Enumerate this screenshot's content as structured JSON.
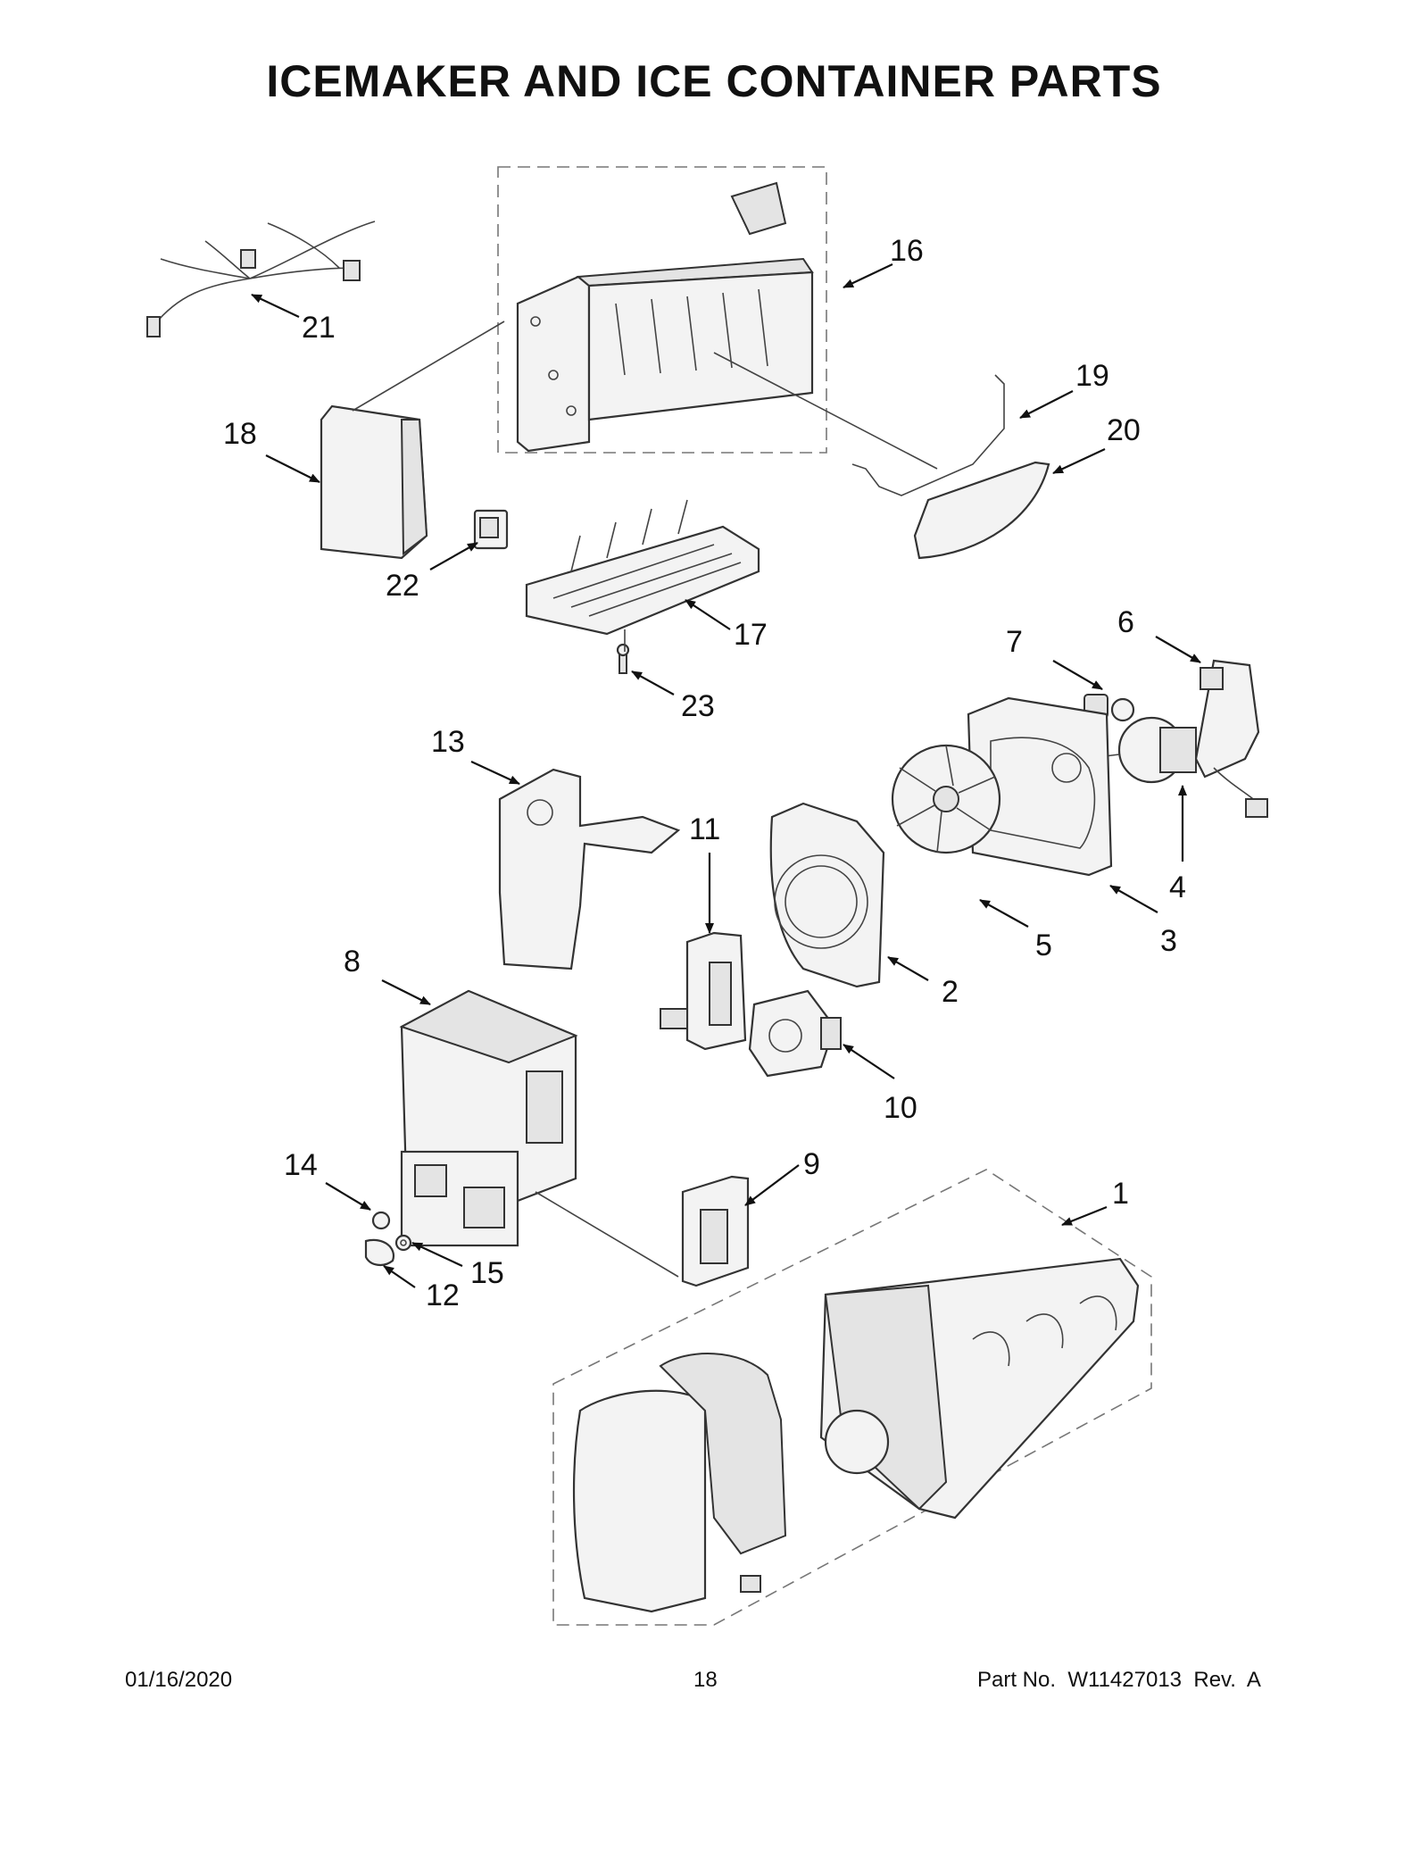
{
  "page": {
    "title": "ICEMAKER AND ICE CONTAINER PARTS",
    "footer": {
      "date": "01/16/2020",
      "page_number": "18",
      "part_number": "Part No.  W11427013  Rev.  A"
    }
  },
  "callouts": [
    "1",
    "2",
    "3",
    "4",
    "5",
    "6",
    "7",
    "8",
    "9",
    "10",
    "11",
    "12",
    "13",
    "14",
    "15",
    "16",
    "17",
    "18",
    "19",
    "20",
    "21",
    "22",
    "23"
  ],
  "colors": {
    "line": "#333333",
    "fill": "#f3f3f3",
    "shade": "#e4e4e4"
  }
}
